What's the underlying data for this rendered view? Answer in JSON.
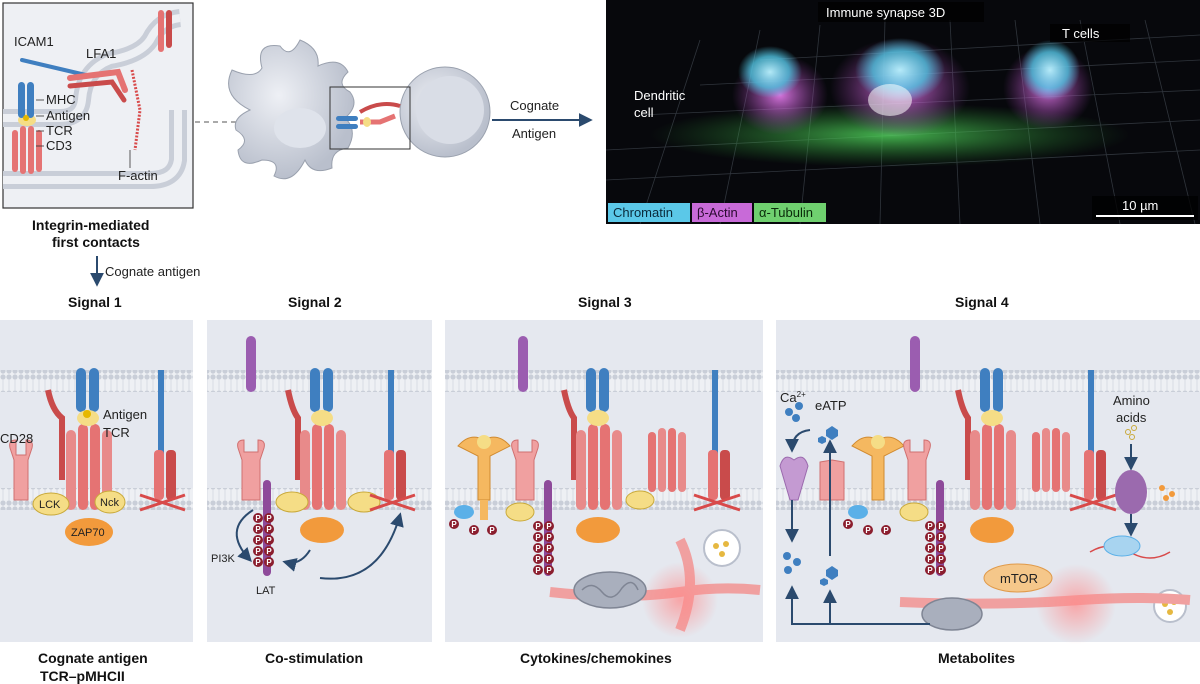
{
  "intro": {
    "labels": {
      "icam1": "ICAM1",
      "lfa1": "LFA1",
      "mhc": "MHC",
      "antigen": "Antigen",
      "tcr": "TCR",
      "cd3": "CD3",
      "factin": "F-actin"
    },
    "caption_line1": "Integrin-mediated",
    "caption_line2": "first contacts",
    "arrow_line1": "Cognate",
    "arrow_line2": "Antigen",
    "down_arrow_label": "Cognate antigen"
  },
  "micrograph": {
    "title": "Immune synapse 3D",
    "tcells_label": "T cells",
    "dc_line1": "Dendritic",
    "dc_line2": "cell",
    "legend": [
      {
        "text": "Chromatin",
        "color": "#5bc8e8"
      },
      {
        "text": "β-Actin",
        "color": "#c86ad8"
      },
      {
        "text": "α-Tubulin",
        "color": "#6fd06f"
      }
    ],
    "scale_bar": "10 µm"
  },
  "signals": [
    {
      "title": "Signal 1",
      "caption_line1": "Cognate antigen",
      "caption_line2": "TCR–pMHCII"
    },
    {
      "title": "Signal 2",
      "caption_line1": "Co-stimulation",
      "caption_line2": ""
    },
    {
      "title": "Signal 3",
      "caption_line1": "Cytokines/chemokines",
      "caption_line2": ""
    },
    {
      "title": "Signal 4",
      "caption_line1": "Metabolites",
      "caption_line2": ""
    }
  ],
  "panel1": {
    "cd28": "CD28",
    "antigen": "Antigen",
    "tcr": "TCR",
    "lck": "LCK",
    "nck": "Nck",
    "zap70": "ZAP70"
  },
  "panel2": {
    "pi3k": "PI3K",
    "lat": "LAT",
    "p": "P"
  },
  "panel4": {
    "ca": "Ca",
    "ca_sup": "2+",
    "eatp": "eATP",
    "amino_line1": "Amino",
    "amino_line2": "acids",
    "mtor": "mTOR"
  },
  "colors": {
    "panel_bg": "#e5e8ef",
    "membrane": "#d4d8e0",
    "tcr_blue": "#3f7fc0",
    "receptor_red": "#e57373",
    "lck_yellow": "#f5dd86",
    "zap70_orange": "#f29a3c",
    "lat_purple": "#8e4a9a",
    "p_maroon": "#8b1e2e",
    "arrow_navy": "#2b4a6e"
  }
}
